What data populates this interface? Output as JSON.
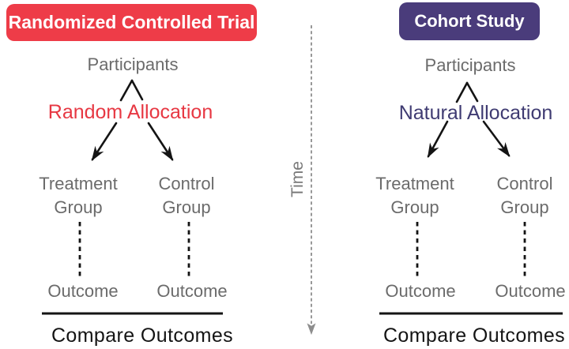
{
  "page": {
    "background": "#ffffff"
  },
  "colors": {
    "rct_accent": "#ee3c48",
    "cohort_accent": "#4a3c7b",
    "allocation_red": "#e73843",
    "allocation_blue": "#3f3b72",
    "label_gray": "#6b6b6b",
    "ink": "#141414",
    "time_gray": "#8d8d8d",
    "compare_ink": "#141414",
    "header_text": "#ffffff"
  },
  "timeline": {
    "label": "Time"
  },
  "panels": [
    {
      "title": "Randomized Controlled Trial",
      "participants": "Participants",
      "allocation": "Random Allocation",
      "groups": [
        {
          "line1": "Treatment",
          "line2": "Group"
        },
        {
          "line1": "Control",
          "line2": "Group"
        }
      ],
      "outcomes": [
        "Outcome",
        "Outcome"
      ],
      "compare": "Compare Outcomes"
    },
    {
      "title": "Cohort Study",
      "participants": "Participants",
      "allocation": "Natural Allocation",
      "groups": [
        {
          "line1": "Treatment",
          "line2": "Group"
        },
        {
          "line1": "Control",
          "line2": "Group"
        }
      ],
      "outcomes": [
        "Outcome",
        "Outcome"
      ],
      "compare": "Compare Outcomes"
    }
  ]
}
